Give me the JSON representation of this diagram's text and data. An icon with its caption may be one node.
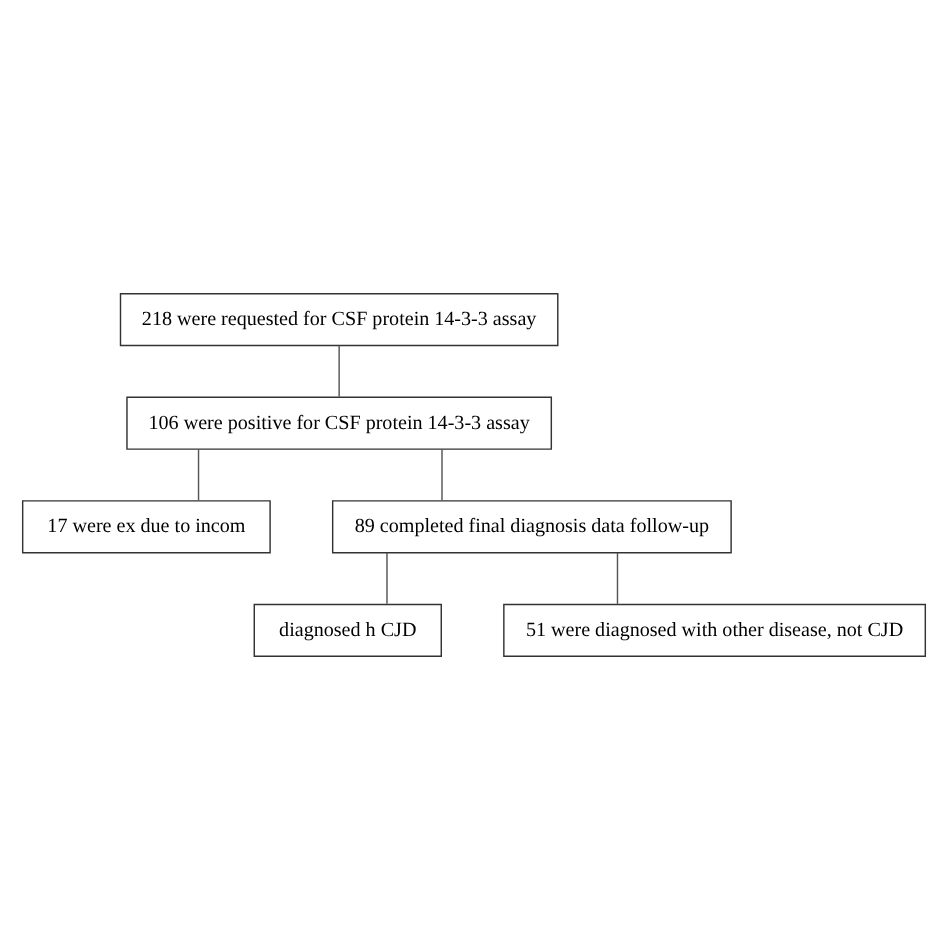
{
  "diagram": {
    "nodes": [
      {
        "text": [
          "218 were requested for CSF protein 14-3-3 assay"
        ]
      },
      {
        "text": [
          "106 were positive for CSF protein 14-3-3 assay"
        ]
      },
      {
        "text": [
          "17 were ex due to incom"
        ]
      },
      {
        "text": [
          "89 completed final diagnosis data follow-up"
        ]
      },
      {
        "text": [
          "diagnosed h CJD"
        ]
      },
      {
        "text": [
          "51 were diagnosed with other disease, not CJD"
        ]
      }
    ],
    "edges": [
      {
        "from": 0,
        "to": 1,
        "arrow": "none"
      },
      {
        "from": 1,
        "to": 2,
        "arrow": "none"
      },
      {
        "from": 1,
        "to": 3,
        "arrow": "none"
      },
      {
        "from": 3,
        "to": 4,
        "arrow": "none"
      },
      {
        "from": 3,
        "to": 5,
        "arrow": "none"
      }
    ]
  }
}
